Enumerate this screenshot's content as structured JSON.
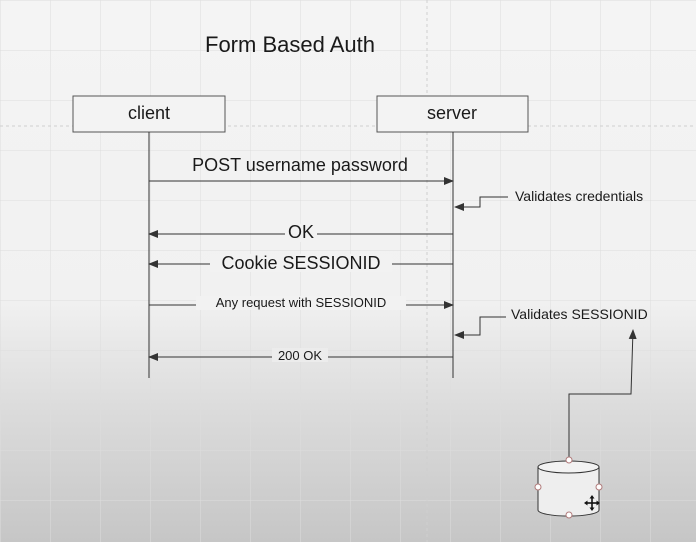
{
  "title": "Form Based Auth",
  "participants": {
    "client": "client",
    "server": "server"
  },
  "messages": {
    "post_credentials": "POST username password",
    "validates_credentials": "Validates credentials",
    "ok": "OK",
    "cookie": "Cookie SESSIONID",
    "any_request": "Any request with SESSIONID",
    "validates_sessionid": "Validates SESSIONID",
    "response_200": "200 OK"
  },
  "colors": {
    "line": "#333333",
    "box_fill": "#f3f3f3",
    "grid": "#dcdcdc",
    "handle": "#b07a7a"
  },
  "icons": {
    "database": "database-cylinder-icon",
    "move": "move-cursor-icon"
  }
}
